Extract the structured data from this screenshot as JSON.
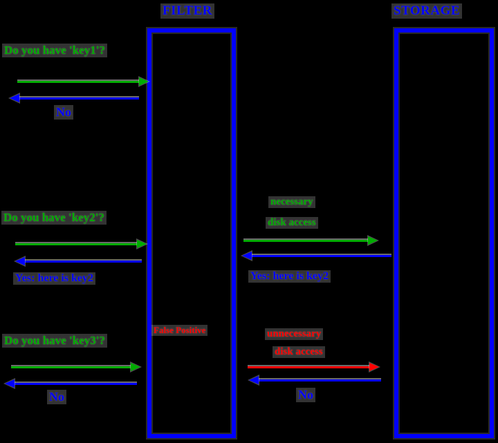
{
  "diagram": {
    "background_color": "#000000",
    "accent_blue": "#0000ff",
    "accent_green": "#00ac00",
    "accent_red": "#ff0000",
    "filter": {
      "title": "FILTER",
      "annotation": "False Positive"
    },
    "storage": {
      "title": "STORAGE"
    }
  },
  "exchanges": {
    "key1": {
      "question": "Do you have 'key1'?",
      "answer": "No"
    },
    "key2": {
      "question": "Do you have 'key2'?",
      "answer": "Yes: here is key2",
      "storage_note_line1": "necessary",
      "storage_note_line2": "disk access",
      "storage_answer": "Yes: here is key2"
    },
    "key3": {
      "question": "Do you have 'key3'?",
      "answer": "No",
      "storage_note_line1": "unnecessary",
      "storage_note_line2": "disk access",
      "storage_answer": "No"
    }
  }
}
